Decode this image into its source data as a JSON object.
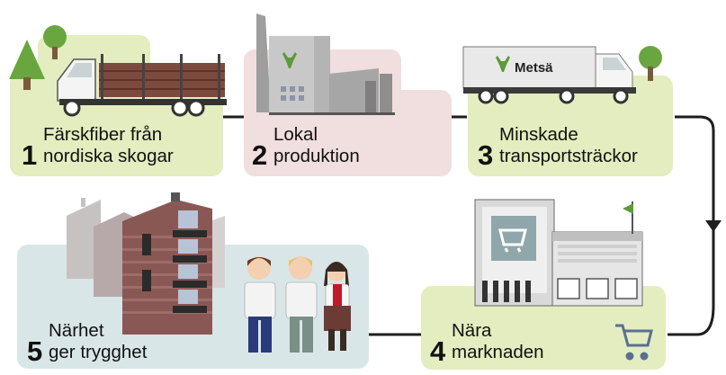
{
  "brand": {
    "truck_logo_text": "Metsä"
  },
  "colors": {
    "green_panel": "#e3edbf",
    "pink_panel": "#f1dede",
    "blue_panel": "#d9e6e8",
    "connector": "#1e1e1e",
    "brand_green": "#5c9b3a",
    "text": "#111111"
  },
  "steps": [
    {
      "number": "1",
      "line1": "Färskfiber från",
      "line2": "nordiska skogar"
    },
    {
      "number": "2",
      "line1": "Lokal",
      "line2": "produktion"
    },
    {
      "number": "3",
      "line1": "Minskade",
      "line2": "transportsträckor"
    },
    {
      "number": "4",
      "line1": "Nära",
      "line2": "marknaden"
    },
    {
      "number": "5",
      "line1": "Närhet",
      "line2": "ger trygghet"
    }
  ]
}
